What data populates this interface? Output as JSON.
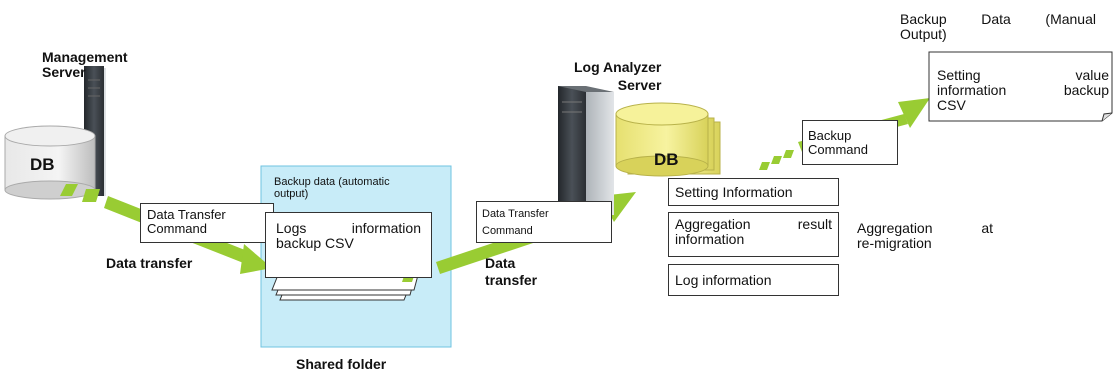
{
  "management_server": {
    "label_line1": "Management",
    "label_line2": "Server",
    "db_label": "DB"
  },
  "transfer_1": {
    "command_line1": "Data Transfer",
    "command_line2": "Command",
    "caption": "Data transfer"
  },
  "shared_folder": {
    "title_line1": "Backup data (automatic",
    "title_line2": "output)",
    "doc_line1": "Logs information",
    "doc_line2": "backup CSV",
    "caption": "Shared folder"
  },
  "transfer_2": {
    "command_line1": "Data Transfer",
    "command_line2": "Command",
    "caption_line1": "Data",
    "caption_line2": "transfer"
  },
  "log_analyzer": {
    "label_line1": "Log Analyzer",
    "label_line2": "Server",
    "db_label": "DB",
    "items": [
      {
        "line1": "Setting Information",
        "line2": ""
      },
      {
        "line1": "Aggregation result",
        "line2": "information"
      },
      {
        "line1": "Log information",
        "line2": ""
      }
    ],
    "note_line1": "Aggregation at",
    "note_line2": "re-migration"
  },
  "backup_command": {
    "line1": "Backup",
    "line2": "Command"
  },
  "manual_backup": {
    "title_line1": "Backup Data (Manual",
    "title_line2": "Output)",
    "doc_line1": "Setting value",
    "doc_line2": "information backup",
    "doc_line3": "CSV"
  },
  "colors": {
    "arrow_green": "#99cc33",
    "folder_blue": "#c8ecf8",
    "folder_border": "#6fc3e0",
    "db_yellow": "#f3ef8a",
    "db_gray": "#d8d8d8",
    "server_dark": "#3a3f44"
  }
}
